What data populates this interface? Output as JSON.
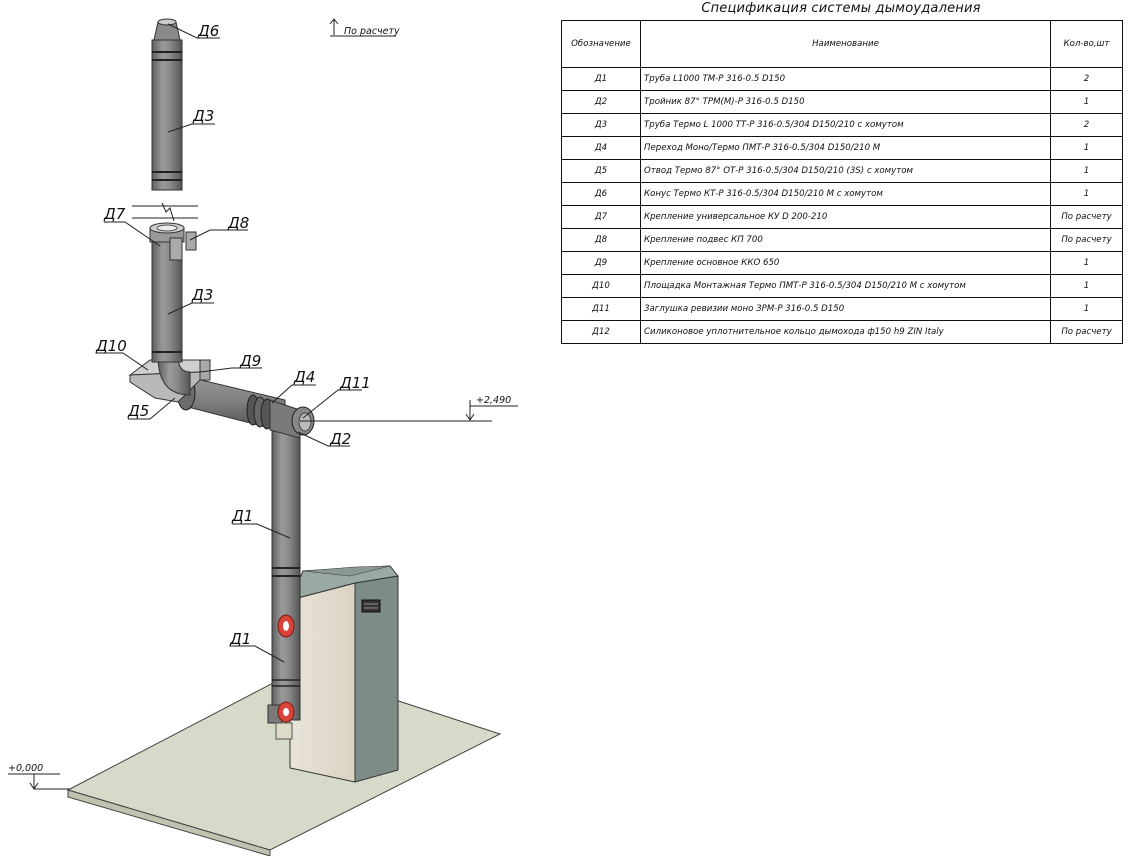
{
  "drawing": {
    "callouts": {
      "d6": "Д6",
      "d3_top": "Д3",
      "d7": "Д7",
      "d8": "Д8",
      "d3_mid": "Д3",
      "d10": "Д10",
      "d9": "Д9",
      "d5": "Д5",
      "d4": "Д4",
      "d11": "Д11",
      "d2": "Д2",
      "d1_upper": "Д1",
      "d1_lower": "Д1"
    },
    "top_note": "По расчету",
    "level_upper": "+2,490",
    "level_zero": "+0,000"
  },
  "spec": {
    "title": "Спецификация системы дымоудаления",
    "headers": [
      "Обозначение",
      "Наименование",
      "Кол-во,шт"
    ],
    "rows": [
      [
        "Д1",
        "Труба L1000 ТМ-Р 316-0.5 D150",
        "2"
      ],
      [
        "Д2",
        "Тройник 87° ТРМ(М)-Р 316-0.5 D150",
        "1"
      ],
      [
        "Д3",
        "Труба Термо L 1000  ТТ-Р 316-0.5/304 D150/210 с хомутом",
        "2"
      ],
      [
        "Д4",
        "Переход Моно/Термо ПМТ-Р 316-0.5/304 D150/210 М",
        "1"
      ],
      [
        "Д5",
        "Отвод Термо 87° ОТ-Р 316-0.5/304 D150/210 (3S) с хомутом",
        "1"
      ],
      [
        "Д6",
        "Конус Термо КТ-Р 316-0.5/304 D150/210 М с хомутом",
        "1"
      ],
      [
        "Д7",
        "Крепление универсальное КУ D 200-210",
        "По расчету"
      ],
      [
        "Д8",
        "Крепление подвес КП 700",
        "По расчету"
      ],
      [
        "Д9",
        "Крепление основное ККО 650",
        "1"
      ],
      [
        "Д10",
        "Площадка Монтажная Термо ПМТ-Р 316-0.5/304 D150/210 М с хомутом",
        "1"
      ],
      [
        "Д11",
        "Заглушка ревизии моно ЗРМ-Р 316-0.5 D150",
        "1"
      ],
      [
        "Д12",
        "Силиконовое уплотнительное кольцо дымохода ф150 h9 ZIN Italy",
        "По расчету"
      ]
    ]
  }
}
